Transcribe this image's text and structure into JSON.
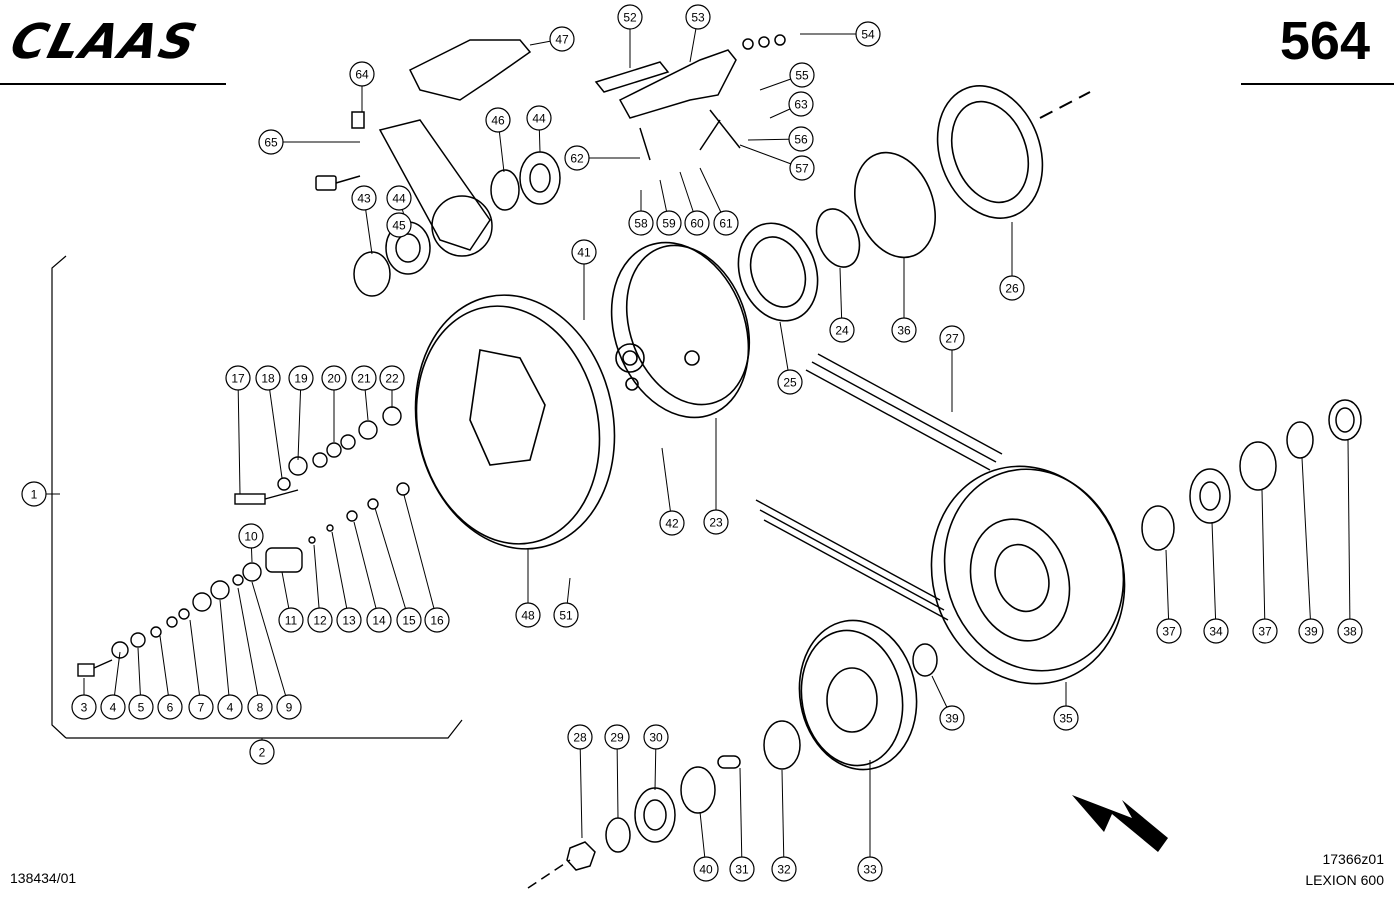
{
  "header": {
    "brand": "CLAAS",
    "page_number": "564"
  },
  "footer": {
    "document_number": "138434/01",
    "drawing_reference": "17366z01",
    "model": "LEXION 600"
  },
  "callouts": [
    "1",
    "2",
    "3",
    "4",
    "4",
    "5",
    "6",
    "7",
    "8",
    "9",
    "10",
    "11",
    "12",
    "13",
    "14",
    "15",
    "16",
    "17",
    "18",
    "19",
    "20",
    "21",
    "22",
    "23",
    "24",
    "25",
    "26",
    "27",
    "28",
    "29",
    "30",
    "31",
    "32",
    "33",
    "34",
    "35",
    "36",
    "37",
    "37",
    "38",
    "39",
    "39",
    "40",
    "41",
    "42",
    "43",
    "44",
    "44",
    "45",
    "46",
    "47",
    "48",
    "51",
    "52",
    "53",
    "54",
    "55",
    "56",
    "57",
    "58",
    "59",
    "60",
    "61",
    "62",
    "63",
    "64",
    "65"
  ],
  "colors": {
    "ink": "#000000",
    "paper": "#ffffff"
  }
}
